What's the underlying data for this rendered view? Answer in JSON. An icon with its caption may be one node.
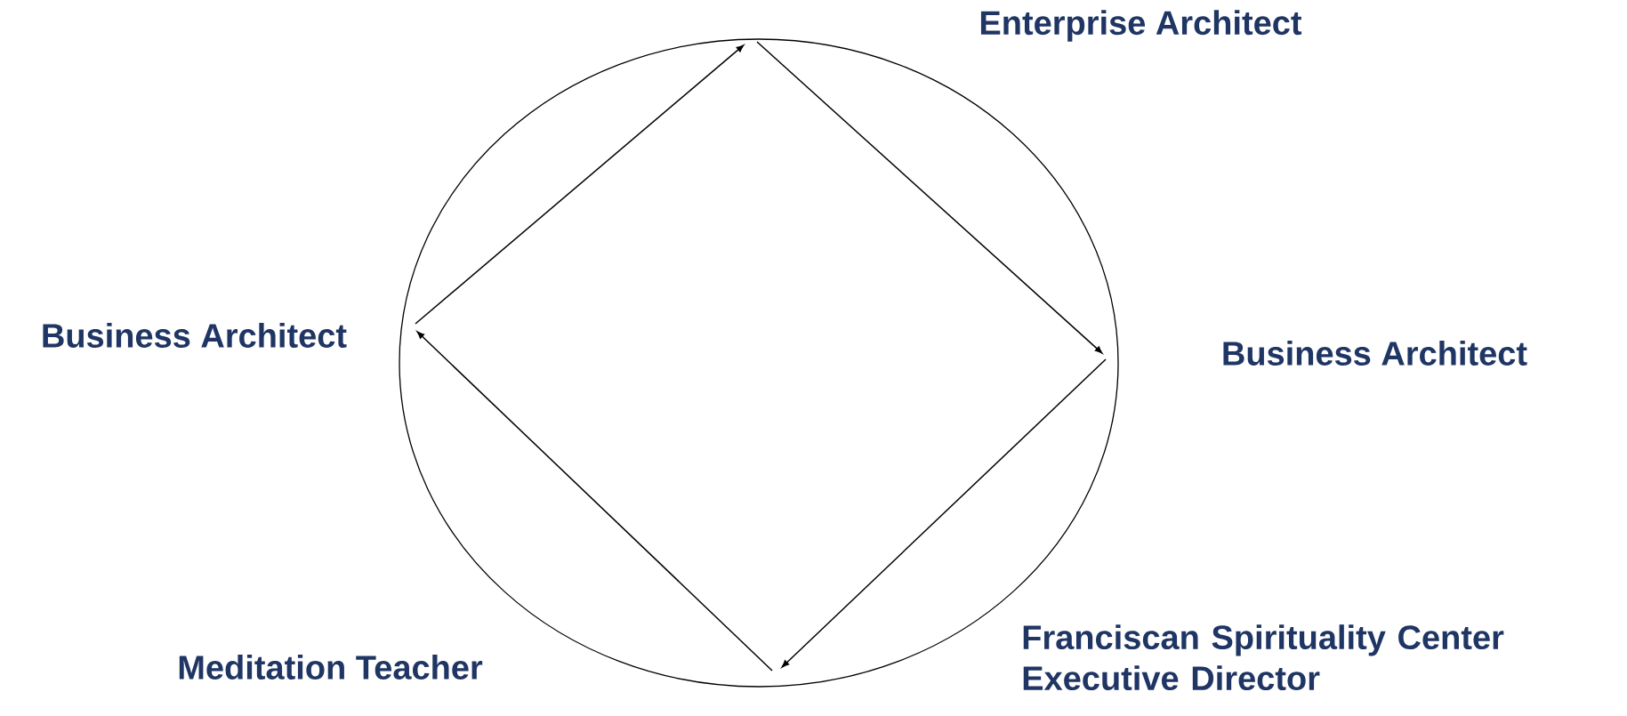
{
  "diagram": {
    "nodes": [
      {
        "text": [
          "Enterprise Architect"
        ]
      },
      {
        "text": [
          "Business Architect"
        ]
      },
      {
        "text": [
          "Franciscan Spirituality Center Executive Director"
        ]
      },
      {
        "text": [
          "Meditation Teacher"
        ]
      },
      {
        "text": [
          "Business Architect"
        ]
      }
    ]
  }
}
